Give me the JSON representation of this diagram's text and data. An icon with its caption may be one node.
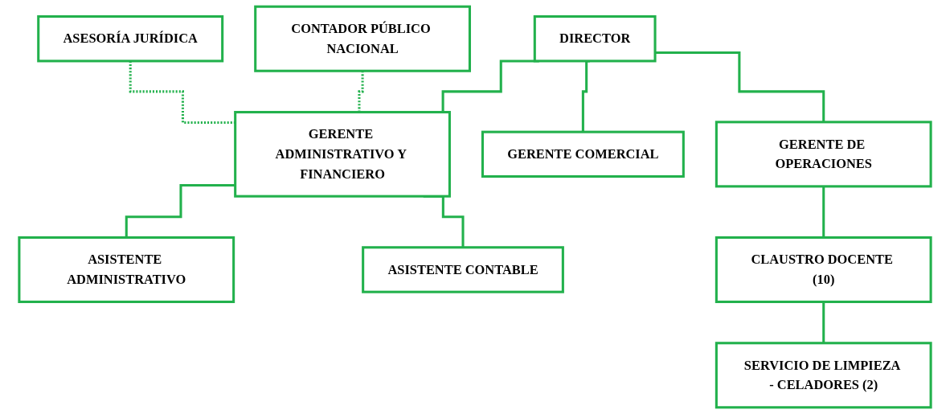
{
  "diagram": {
    "nodes": [
      {
        "text": [
          "DIRECTOR"
        ]
      },
      {
        "text": [
          "ASESORÍA JURÍDICA"
        ]
      },
      {
        "text": [
          "GERENTE ADMINISTRATIVO Y FINANCIERO"
        ]
      },
      {
        "text": [
          "GERENTE COMERCIAL"
        ]
      },
      {
        "text": [
          "GERENTE DE OPERACIONES"
        ]
      },
      {
        "text": [
          "CONTADOR PÚBLICO NACIONAL"
        ]
      },
      {
        "text": [
          "ASISTENTE ADMINISTRATIVO"
        ]
      },
      {
        "text": [
          "ASISTENTE CONTABLE"
        ]
      },
      {
        "text": [
          "CLAUSTRO DOCENTE (10)"
        ]
      },
      {
        "text": [
          "SERVICIO DE LIMPIEZA - CELADORES (2)"
        ]
      }
    ],
    "edges": [
      {
        "from": 0,
        "to": 2,
        "arrow": "none"
      },
      {
        "from": 0,
        "to": 3,
        "arrow": "none"
      },
      {
        "from": 0,
        "to": 4,
        "arrow": "none"
      },
      {
        "from": 1,
        "to": 2,
        "arrow": "none",
        "style": "dashed"
      },
      {
        "from": 5,
        "to": 2,
        "arrow": "none",
        "style": "dashed"
      },
      {
        "from": 2,
        "to": 6,
        "arrow": "none"
      },
      {
        "from": 2,
        "to": 7,
        "arrow": "none"
      },
      {
        "from": 4,
        "to": 8,
        "arrow": "none"
      },
      {
        "from": 8,
        "to": 9,
        "arrow": "none"
      }
    ]
  }
}
